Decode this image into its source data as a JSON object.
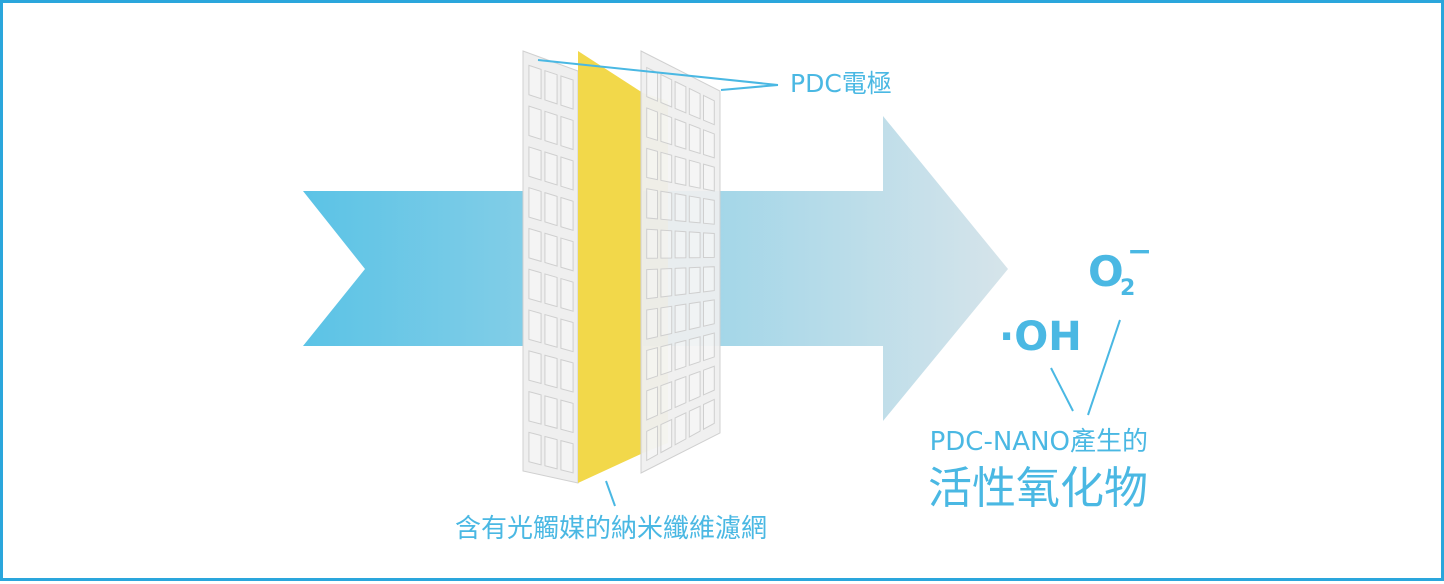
{
  "colors": {
    "border": "#2aa6dc",
    "arrow_start": "#5bc3e6",
    "arrow_end": "#d6e4ea",
    "electrode_frame": "#efefef",
    "electrode_stroke": "#cccccc",
    "filter_yellow": "#f2d84a",
    "label": "#4ab8e3"
  },
  "labels": {
    "electrode": "PDC電極",
    "filter": "含有光觸媒的納米纖維濾網",
    "caption_line1": "PDC-NANO產生的",
    "caption_line2": "活性氧化物"
  },
  "species": {
    "hydroxyl": "·OH",
    "superoxide_base": "O",
    "superoxide_sub": "2",
    "superoxide_sup": "−"
  },
  "icons": [
    "airflow-arrow-icon",
    "electrode-grid-icon",
    "nanofiber-filter-icon"
  ]
}
